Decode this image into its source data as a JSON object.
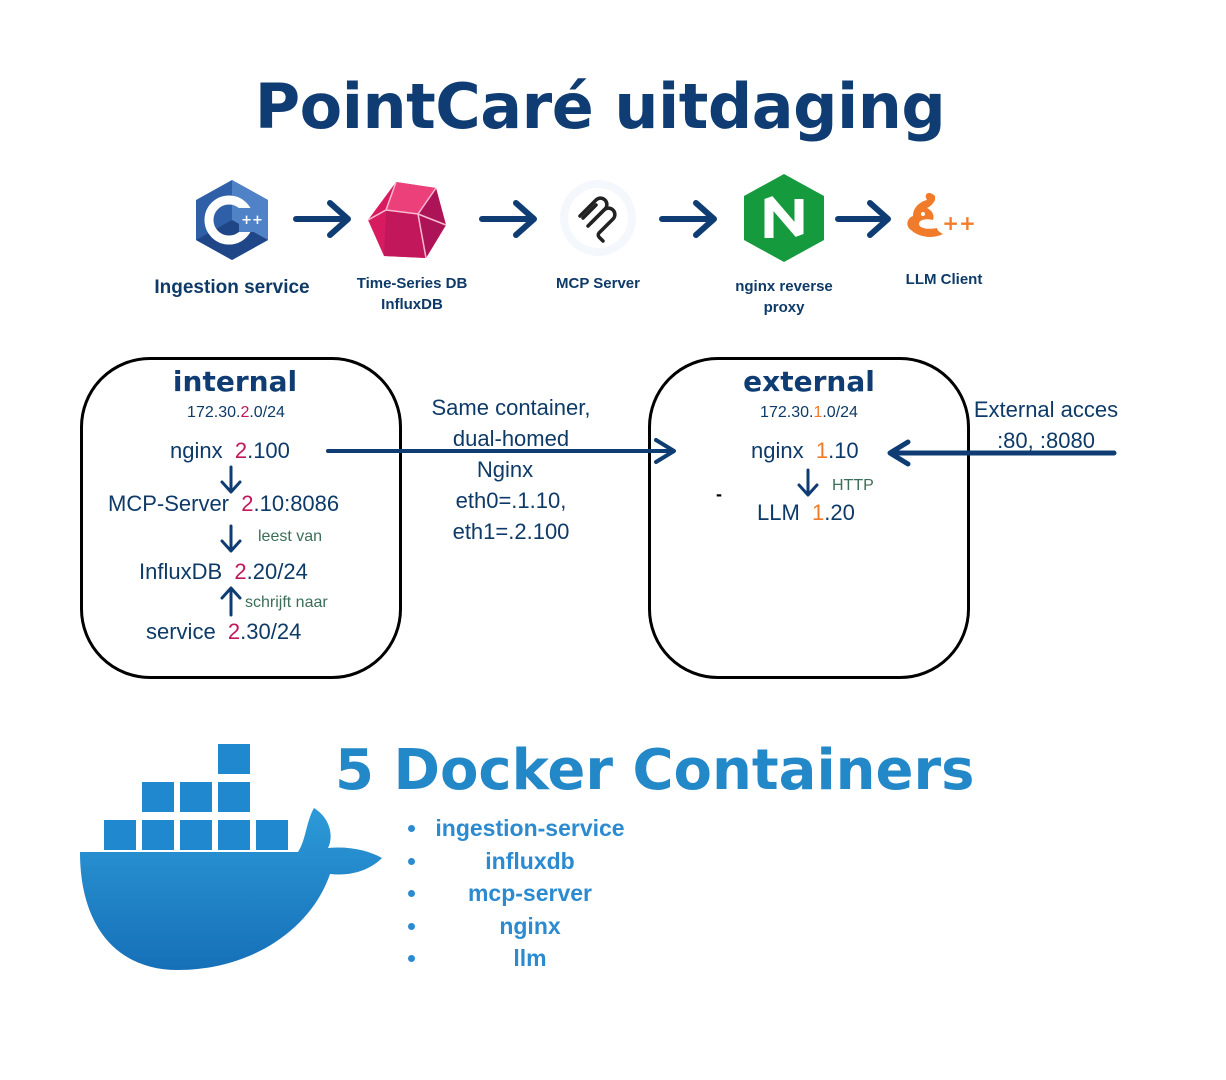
{
  "title": "PointCaré uitdaging",
  "pipeline": [
    {
      "label": "Ingestion service",
      "icon": "cpp-hexagon-icon"
    },
    {
      "label": "Time-Series DB\nInfluxDB",
      "icon": "influxdb-icon"
    },
    {
      "label": "MCP Server",
      "icon": "mcp-icon"
    },
    {
      "label": "nginx reverse\nproxy",
      "icon": "nginx-icon"
    },
    {
      "label": "LLM Client",
      "icon": "llm-client-cpp-icon"
    }
  ],
  "internal": {
    "heading": "internal",
    "subnet_pre": "172.30.",
    "subnet_hl": "2",
    "subnet_post": ".0/24",
    "nodes": [
      {
        "name": "nginx",
        "hl": "2",
        "rest": ".100"
      },
      {
        "name": "MCP-Server",
        "hl": "2",
        "rest": ".10:8086"
      },
      {
        "name": "InfluxDB",
        "hl": "2",
        "rest": ".20/24"
      },
      {
        "name": "service",
        "hl": "2",
        "rest": ".30/24"
      }
    ],
    "note_reads": "leest van",
    "note_writes": "schrijft naar"
  },
  "bridge_text": [
    "Same container,",
    "dual-homed",
    "Nginx",
    "eth0=.1.10,",
    "eth1=.2.100"
  ],
  "external": {
    "heading": "external",
    "subnet_pre": "172.30.",
    "subnet_hl": "1",
    "subnet_post": ".0/24",
    "nodes": [
      {
        "name": "nginx",
        "hl": "1",
        "rest": ".10"
      },
      {
        "name": "LLM",
        "hl": "1",
        "rest": ".20"
      }
    ],
    "note_http": "HTTP",
    "dash": "-"
  },
  "external_access": [
    "External acces",
    ":80, :8080"
  ],
  "docker": {
    "heading": "5 Docker Containers",
    "containers": [
      "ingestion-service",
      "influxdb",
      "mcp-server",
      "nginx",
      "llm"
    ]
  },
  "colors": {
    "navy": "#0f3d73",
    "internal_highlight": "#c2185b",
    "external_highlight": "#f07b2a",
    "docker_blue": "#2388c8",
    "note_green": "#3b6e57"
  }
}
